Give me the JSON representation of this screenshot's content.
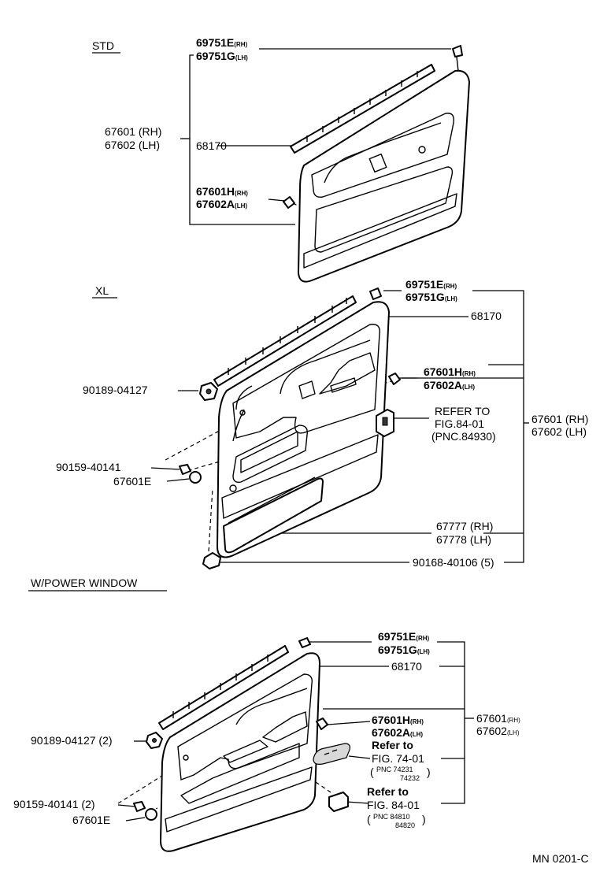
{
  "sections": {
    "std": "STD",
    "xl": "XL",
    "power": "W/POWER WINDOW"
  },
  "std": {
    "clip_rh": "69751E",
    "clip_rh_sfx": "(RH)",
    "clip_lh": "69751G",
    "clip_lh_sfx": "(LH)",
    "panel_rh": "67601 (RH)",
    "panel_lh": "67602 (LH)",
    "weatherstrip": "68170",
    "button_rh": "67601H",
    "button_rh_sfx": "(RH)",
    "button_lh": "67602A",
    "button_lh_sfx": "(LH)"
  },
  "xl": {
    "clip_rh": "69751E",
    "clip_rh_sfx": "(RH)",
    "clip_lh": "69751G",
    "clip_lh_sfx": "(LH)",
    "weatherstrip": "68170",
    "button_rh": "67601H",
    "button_rh_sfx": "(RH)",
    "button_lh": "67602A",
    "button_lh_sfx": "(LH)",
    "refer_1": "REFER TO",
    "refer_2": "FIG.84-01",
    "refer_3": "(PNC.84930)",
    "panel_rh": "67601 (RH)",
    "panel_lh": "67602 (LH)",
    "clip_a": "90189-04127",
    "screw": "90159-40141",
    "cap": "67601E",
    "pocket_rh": "67777 (RH)",
    "pocket_lh": "67778 (LH)",
    "clip_b": "90168-40106 (5)"
  },
  "power": {
    "clip_rh": "69751E",
    "clip_rh_sfx": "(RH)",
    "clip_lh": "69751G",
    "clip_lh_sfx": "(LH)",
    "weatherstrip": "68170",
    "button_rh": "67601H",
    "button_rh_sfx": "(RH)",
    "button_lh": "67602A",
    "button_lh_sfx": "(LH)",
    "panel_rh": "67601",
    "panel_rh_sfx": "(RH)",
    "panel_lh": "67602",
    "panel_lh_sfx": "(LH)",
    "refer74_1": "Refer to",
    "refer74_2": "FIG. 74-01",
    "refer74_pnc": "PNC 74231",
    "refer74_pnc2": "74232",
    "refer84_1": "Refer to",
    "refer84_2": "FIG. 84-01",
    "refer84_pnc": "PNC 84810",
    "refer84_pnc2": "84820",
    "clip_a": "90189-04127 (2)",
    "screw": "90159-40141 (2)",
    "cap": "67601E"
  },
  "footer": {
    "code": "MN 0201-C"
  }
}
